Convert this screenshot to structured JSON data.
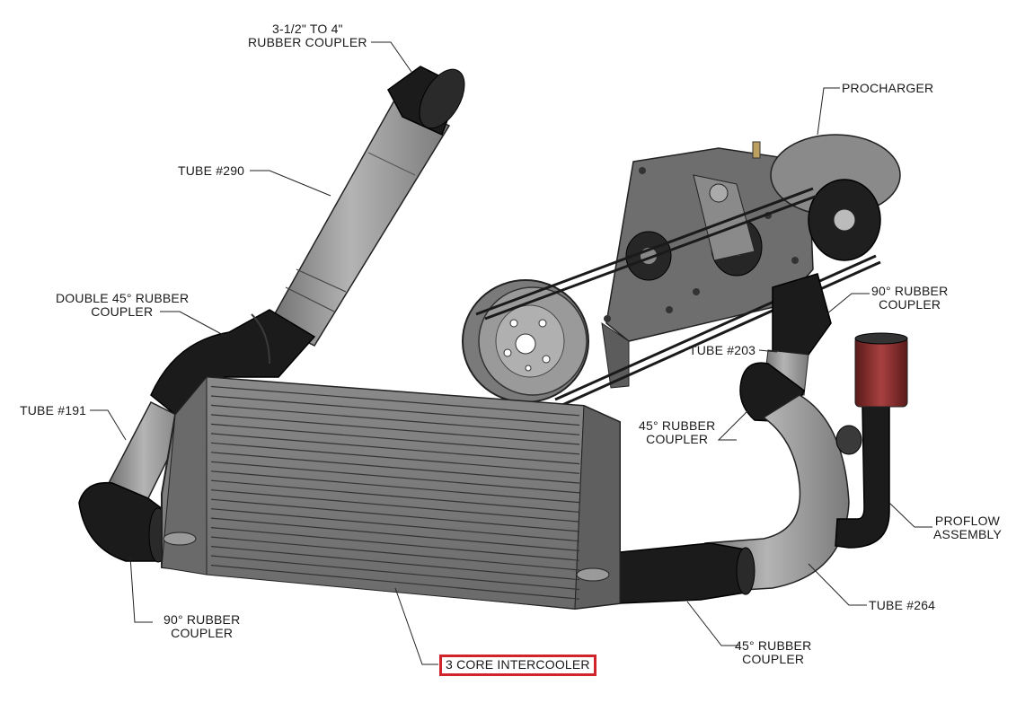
{
  "labels": {
    "coupler_top": {
      "line1": "3-1/2\" TO 4\"",
      "line2": "RUBBER COUPLER"
    },
    "procharger": {
      "line1": "PROCHARGER"
    },
    "tube_290": {
      "line1": "TUBE #290"
    },
    "double_45": {
      "line1": "DOUBLE 45° RUBBER",
      "line2": "COUPLER"
    },
    "coupler_90_right": {
      "line1": "90° RUBBER",
      "line2": "COUPLER"
    },
    "tube_203": {
      "line1": "TUBE #203"
    },
    "tube_191": {
      "line1": "TUBE #191"
    },
    "coupler_45_mid": {
      "line1": "45° RUBBER",
      "line2": "COUPLER"
    },
    "proflow": {
      "line1": "PROFLOW",
      "line2": "ASSEMBLY"
    },
    "tube_264": {
      "line1": "TUBE #264"
    },
    "coupler_90_left": {
      "line1": "90° RUBBER",
      "line2": "COUPLER"
    },
    "coupler_45_bottom": {
      "line1": "45° RUBBER",
      "line2": "COUPLER"
    },
    "intercooler": {
      "line1": "3 CORE INTERCOOLER"
    }
  },
  "colors": {
    "highlight_box": "#d0242a",
    "tube_gray": "#9a9a9a",
    "rubber_black": "#1b1b1b",
    "bracket_gray": "#6e6e6e",
    "filter_red": "#8e2a2a"
  }
}
